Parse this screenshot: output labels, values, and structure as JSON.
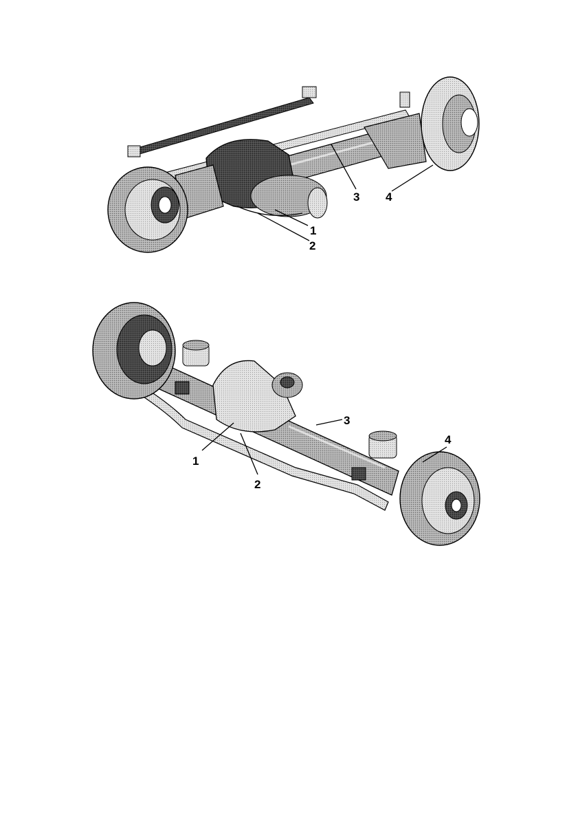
{
  "figures": [
    {
      "id": "front-axle",
      "callouts": [
        {
          "label": "1"
        },
        {
          "label": "2"
        },
        {
          "label": "3"
        },
        {
          "label": "4"
        }
      ]
    },
    {
      "id": "rear-axle",
      "callouts": [
        {
          "label": "1"
        },
        {
          "label": "2"
        },
        {
          "label": "3"
        },
        {
          "label": "4"
        }
      ]
    }
  ],
  "colors": {
    "ink": "#000000",
    "paper": "#ffffff",
    "shade-dark": "#3a3a3a",
    "shade-mid": "#8a8a8a",
    "shade-light": "#c9c9c9"
  }
}
